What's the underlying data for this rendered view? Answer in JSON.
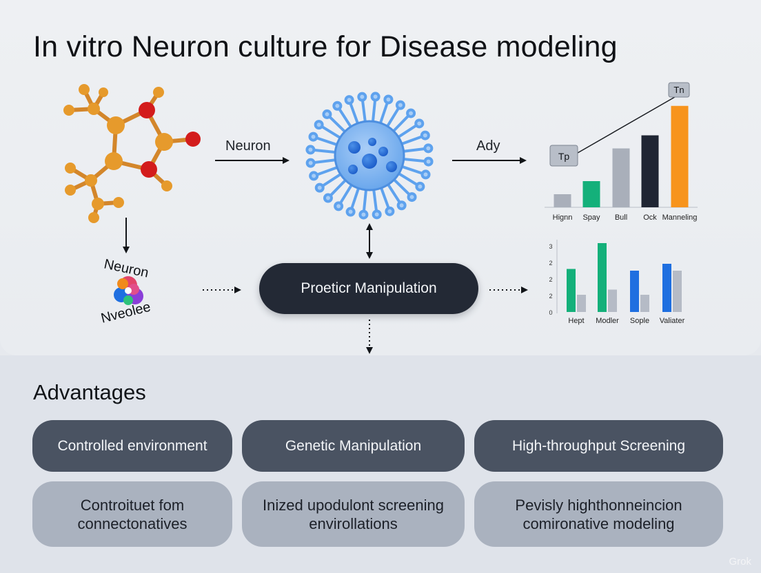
{
  "title": "In vitro Neuron culture for Disease modeling",
  "diagram": {
    "arrow_label_left": "Neuron",
    "arrow_label_right": "Ady",
    "neuron_vesicles_label_top": "Neuron",
    "neuron_vesicles_label_bottom": "Nveolee",
    "manipulation_label": "Proeticr Manipulation"
  },
  "chart_data": [
    {
      "type": "bar",
      "categories": [
        "Hignn",
        "Spay",
        "Bull",
        "Ock",
        "Manneling"
      ],
      "values": [
        2,
        4,
        9,
        11,
        15.5
      ],
      "colors": [
        "#a9afba",
        "#14b07a",
        "#a9afba",
        "#1f2533",
        "#f7941d"
      ],
      "annotations": [
        "Tp",
        "Tn"
      ],
      "ylim": [
        0,
        16
      ]
    },
    {
      "type": "bar",
      "categories": [
        "Hept",
        "Modler",
        "Sople",
        "Valiater"
      ],
      "yticks": [
        "0",
        "2",
        "2",
        "2",
        "3"
      ],
      "series": [
        {
          "values": [
            2.5,
            4,
            2.4,
            2.8
          ],
          "colors": [
            "#14b07a",
            "#14b07a",
            "#1f6fe0",
            "#1f6fe0"
          ]
        },
        {
          "values": [
            1,
            1.3,
            1,
            2.4
          ],
          "color": "#b5bbc6"
        }
      ],
      "ylim": [
        0,
        4
      ]
    }
  ],
  "advantages": {
    "heading": "Advantages",
    "cards_top": [
      "Controlled environment",
      "Genetic Manipulation",
      "High-throughput Screening"
    ],
    "cards_bottom": [
      [
        "Controituet fom",
        "connectonatives"
      ],
      [
        "Inized upodulont screening",
        "envirollations"
      ],
      [
        "Pevisly highthonneincion",
        "comironative modeling"
      ]
    ]
  },
  "watermark": "Grok",
  "colors": {
    "background": "#e6e9ee",
    "dark_pill": "#232935",
    "card_dark": "#4a5362",
    "card_light": "#aab2bf",
    "molecule_orange": "#e69a2c",
    "molecule_red": "#d31c1c",
    "neuron_blue": "#5ea2ee"
  }
}
